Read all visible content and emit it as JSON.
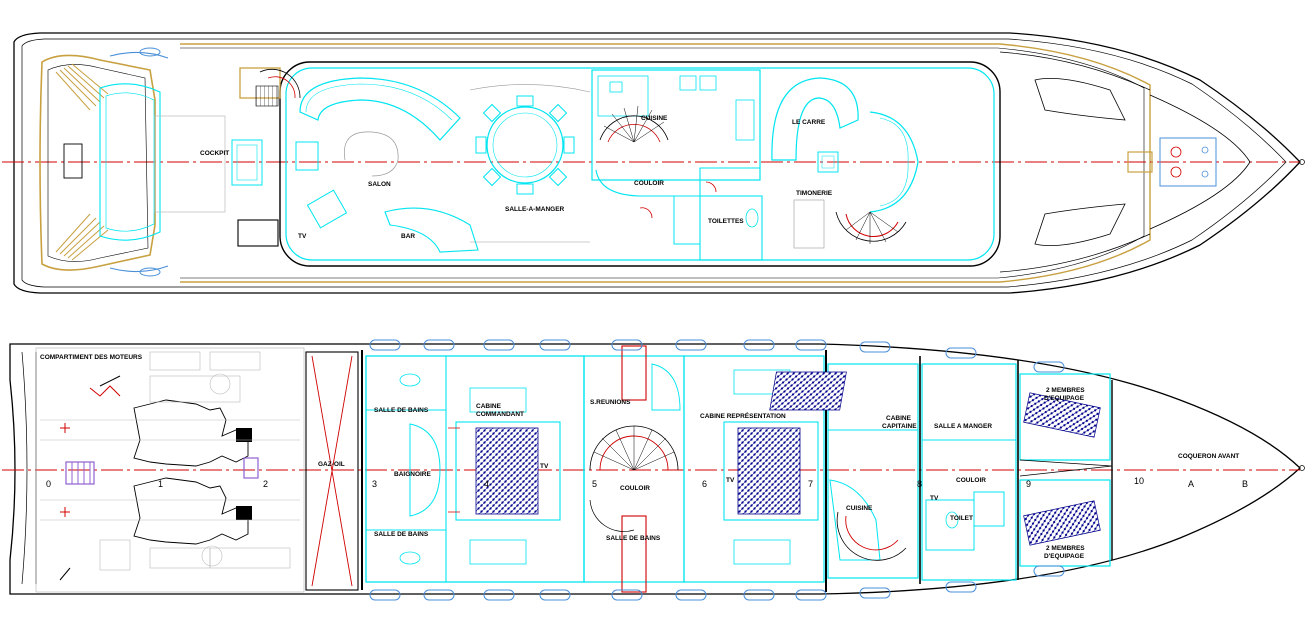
{
  "upper_deck": {
    "labels": {
      "cockpit": "COCKPIT",
      "salon": "SALON",
      "tv": "TV",
      "bar": "BAR",
      "salle_a_manger": "SALLE-A-MANGER",
      "cuisine": "CUISINE",
      "couloir": "COULOIR",
      "toilettes": "TOILETTES",
      "le_carre": "LE CARRE",
      "timonerie": "TIMONERIE"
    }
  },
  "lower_deck": {
    "labels": {
      "compartiment_moteurs": "COMPARTIMENT DES MOTEURS",
      "gaz_oil": "GAZ-OIL",
      "salle_de_bains_top": "SALLE DE BAINS",
      "baignoire": "BAIGNOIRE",
      "salle_de_bains_bottom": "SALLE DE BAINS",
      "cabine_commandant_1": "CABINE",
      "cabine_commandant_2": "COMMANDANT",
      "tv_left": "TV",
      "s_reunions": "S.REUNIONS",
      "couloir_mid": "COULOIR",
      "salle_de_bains_mid": "SALLE DE BAINS",
      "cabine_representation": "CABINE REPRÉSENTATION",
      "tv_right": "TV",
      "cabine_capitaine_1": "CABINE",
      "cabine_capitaine_2": "CAPITAINE",
      "cuisine": "CUISINE",
      "salle_a_manger": "SALLE A MANGER",
      "couloir_fwd": "COULOIR",
      "tv_fwd": "TV",
      "toilet": "TOILET",
      "equipage_top_1": "2 MEMBRES",
      "equipage_top_2": "D'EQUIPAGE",
      "equipage_bot_1": "2 MEMBRES",
      "equipage_bot_2": "D'EQUIPAGE",
      "coqueron_avant": "COQUERON AVANT"
    },
    "frame_numbers": [
      "0",
      "1",
      "2",
      "3",
      "4",
      "5",
      "6",
      "7",
      "8",
      "9",
      "10",
      "A",
      "B"
    ]
  },
  "colors": {
    "cyan": "#00e5f0",
    "hull": "#000000",
    "gold": "#c8a040",
    "centerline": "#d00000",
    "blue_hatch": "#00008b",
    "blue_fixture": "#4a8fd8",
    "purple": "#9060d0"
  }
}
